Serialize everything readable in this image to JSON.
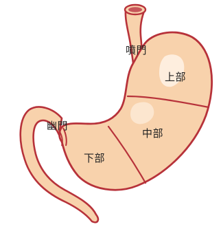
{
  "diagram": {
    "labels": {
      "cardia": "噴門",
      "upper": "上部",
      "pylorus": "幽門",
      "middle": "中部",
      "lower": "下部"
    },
    "colors": {
      "organ_fill": "#f8d2ac",
      "organ_outline": "#b7323a",
      "highlight": "#fff3e6",
      "esophagus_ring": "#c7565a",
      "text": "#222222"
    }
  }
}
